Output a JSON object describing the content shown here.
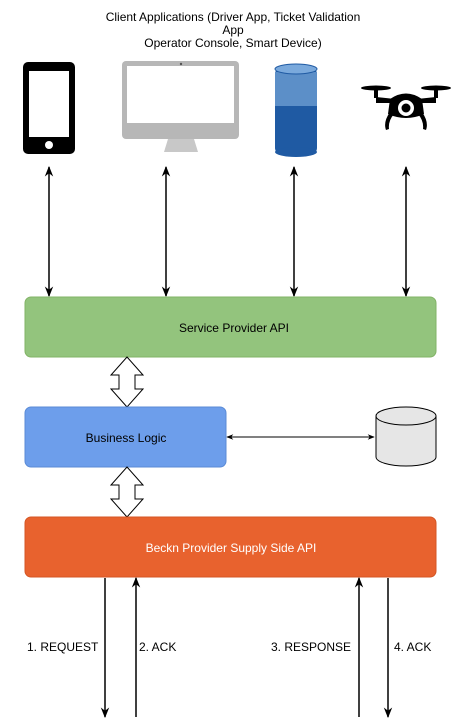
{
  "header": {
    "lines": [
      "Client Applications (Driver App, Ticket Validation",
      "App",
      "Operator Console, Smart Device)"
    ]
  },
  "devices": [
    {
      "icon": "smartphone-icon"
    },
    {
      "icon": "desktop-monitor-icon"
    },
    {
      "icon": "smart-speaker-icon"
    },
    {
      "icon": "drone-icon"
    }
  ],
  "boxes": {
    "service_provider_api": {
      "label": "Service Provider API",
      "fill": "#93c47d",
      "stroke": "#82b366"
    },
    "business_logic": {
      "label": "Business Logic",
      "fill": "#6d9eeb",
      "stroke": "#5b8bd6"
    },
    "beckn_supply_api": {
      "label": "Beckn Provider Supply Side API",
      "fill": "#e8622e",
      "stroke": "#d45624",
      "text_color": "#ffffff"
    }
  },
  "database": {
    "icon": "database-icon",
    "fill": "#e6e6e6"
  },
  "flows": [
    {
      "label": "1. REQUEST",
      "direction": "down"
    },
    {
      "label": "2. ACK",
      "direction": "up"
    },
    {
      "label": "3. RESPONSE",
      "direction": "up"
    },
    {
      "label": "4. ACK",
      "direction": "down"
    }
  ]
}
